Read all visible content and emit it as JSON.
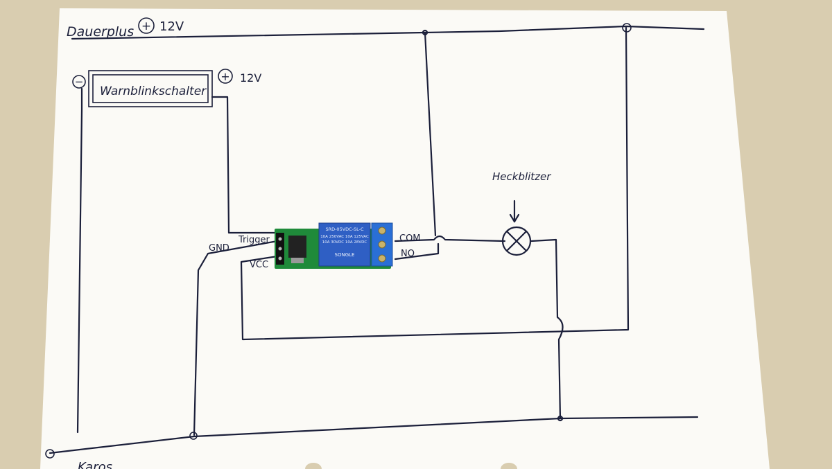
{
  "labels": {
    "rail_top": "Dauerplus",
    "rail_top_voltage": "12V",
    "switch_name": "Warnblinkschalter",
    "switch_voltage": "12V",
    "minus_sign": "−",
    "plus_sign": "+",
    "flasher": "Heckblitzer",
    "pin_gnd": "GND",
    "pin_trigger": "Trigger",
    "pin_vcc": "VCC",
    "term_com": "COM",
    "term_no": "NO",
    "rail_bottom_partial": "Karos"
  },
  "relay_text": {
    "model": "SRD-05VDC-SL-C",
    "spec_lines": [
      "10A 250VAC  10A 125VAC",
      "10A 30VDC   10A 28VDC"
    ],
    "brand": "SONGLE"
  },
  "colors": {
    "paper": "#fbfaf6",
    "background": "#d9cdb0",
    "ink": "#1b1f3a",
    "pcb": "#1f8a3a",
    "relay": "#2f5fc4",
    "terminal": "#2a6fd6"
  }
}
